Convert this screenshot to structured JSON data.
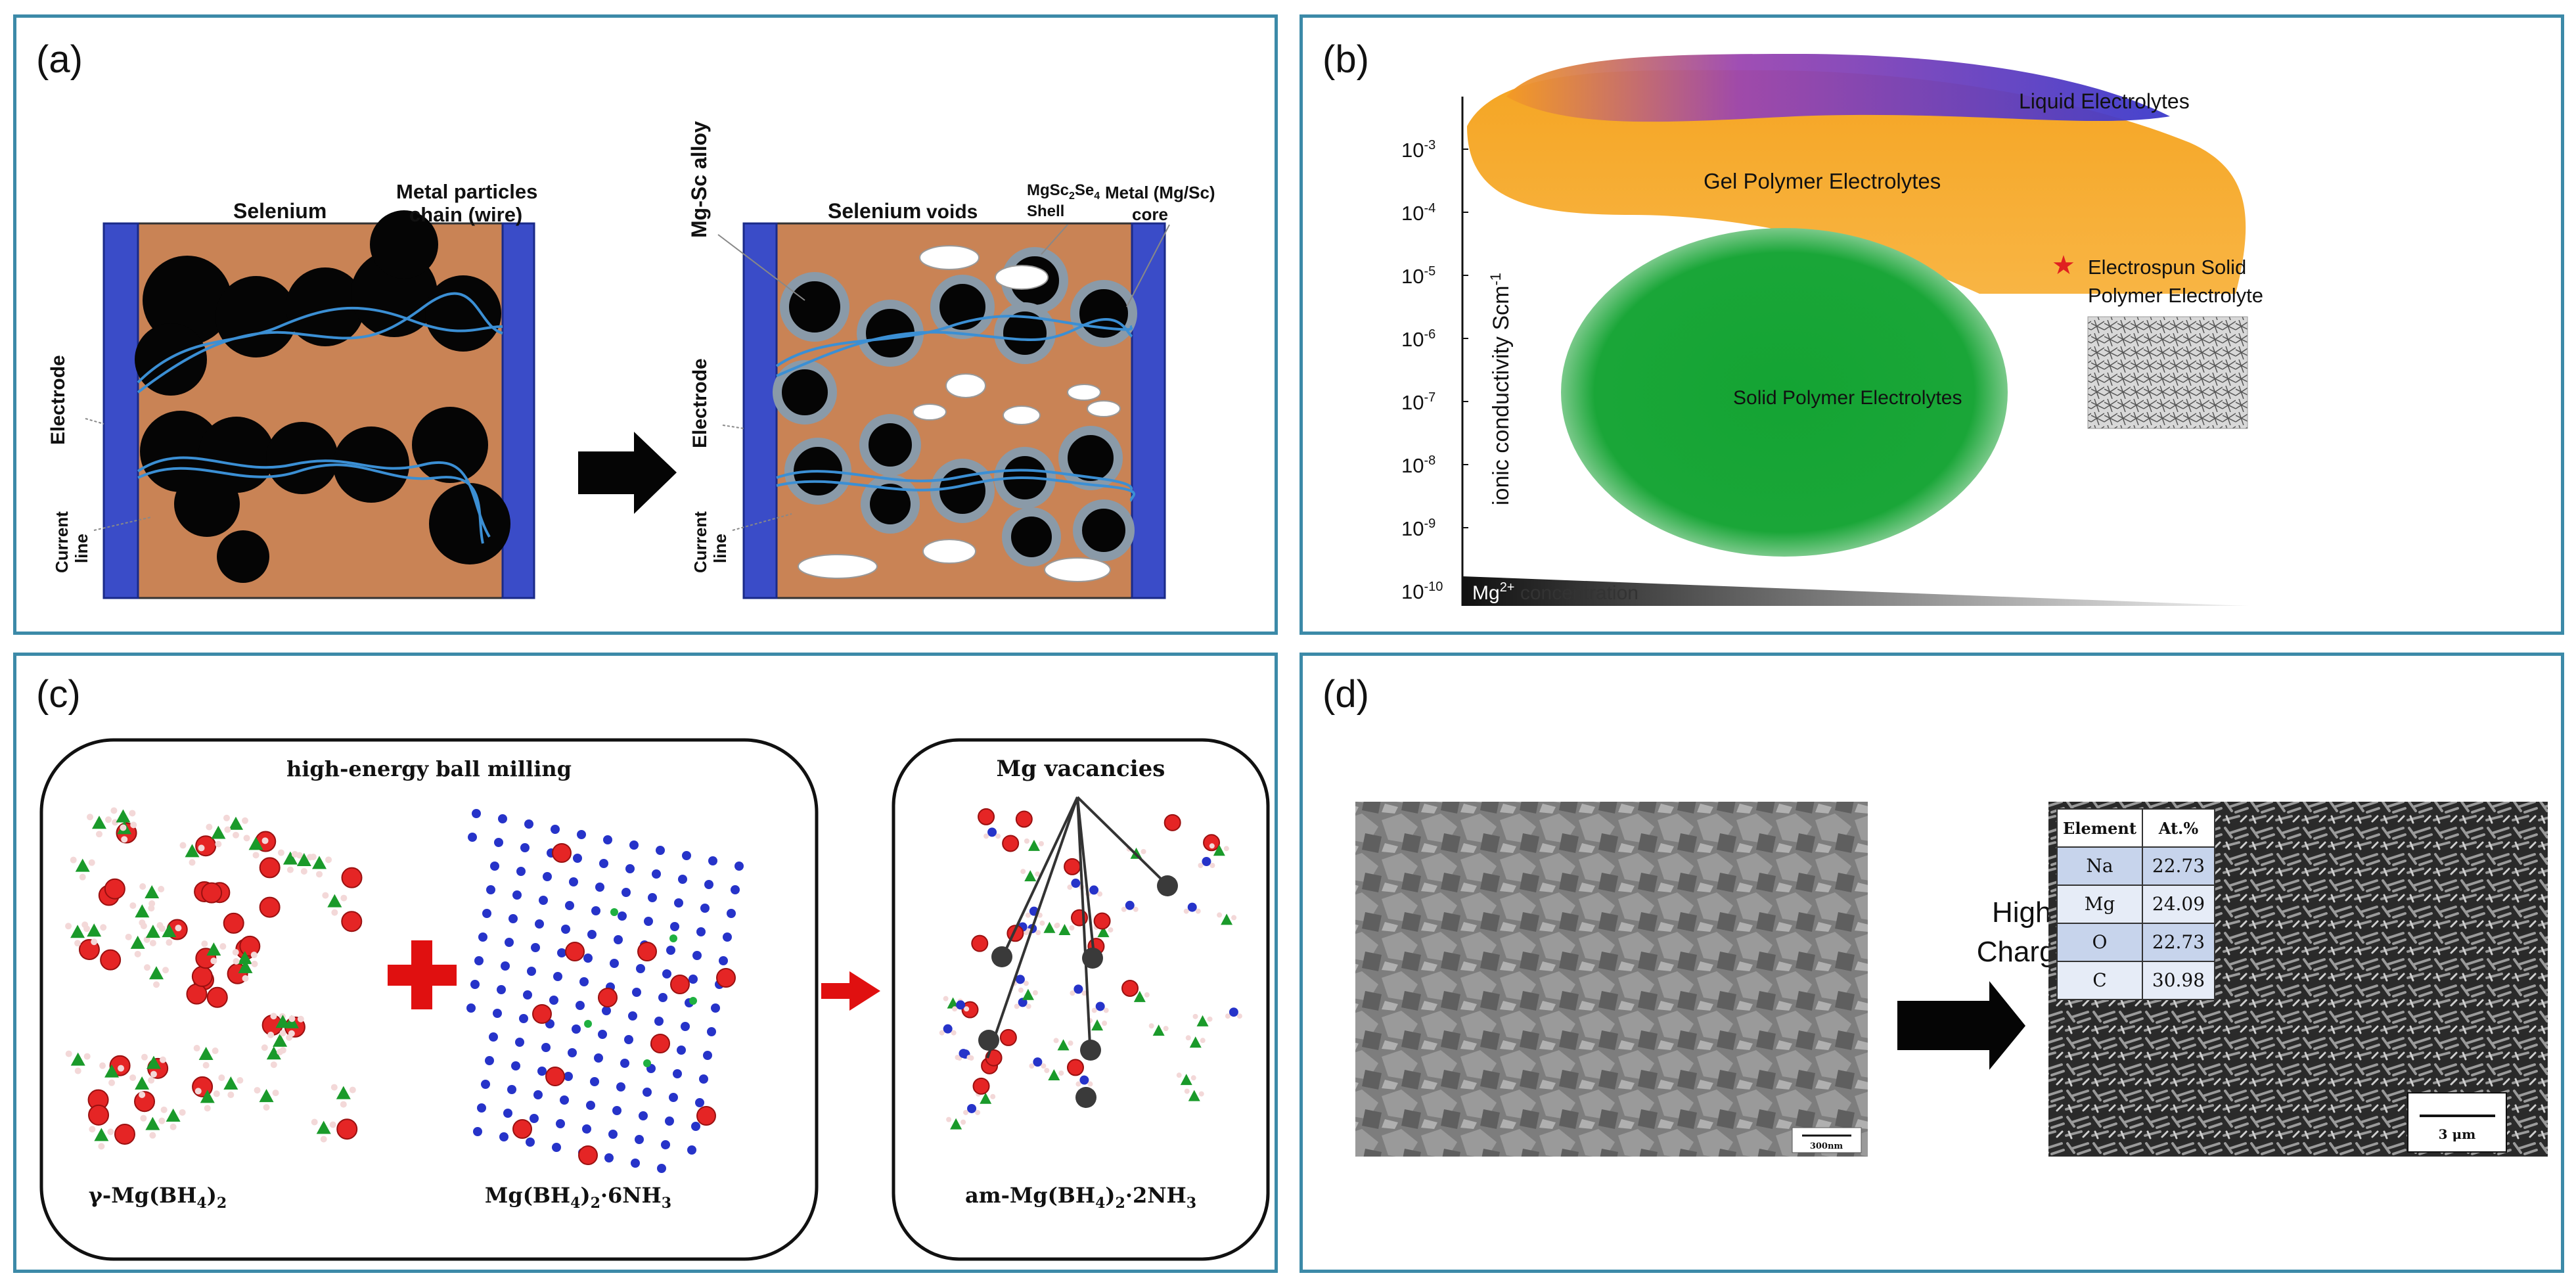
{
  "panels": {
    "a": {
      "label": "(a)",
      "selenium": "Selenium",
      "metal_chain_line1": "Metal particles",
      "metal_chain_line2": "chain (wire)",
      "electrode": "Electrode",
      "current_line1": "Current",
      "current_line2": "line",
      "mgsc_alloy": "Mg-Sc alloy",
      "voids": "voids",
      "shell_formula": "MgSc",
      "shell_sub1": "2",
      "shell_mid": "Se",
      "shell_sub2": "4",
      "shell_word": "Shell",
      "core_line1": "Metal (Mg/Sc)",
      "core_line2": "core"
    },
    "b": {
      "label": "(b)",
      "ylabel": "ionic conductivity Scm",
      "ylabel_sup": "-1",
      "yticks": [
        {
          "base": "10",
          "exp": "-3"
        },
        {
          "base": "10",
          "exp": "-4"
        },
        {
          "base": "10",
          "exp": "-5"
        },
        {
          "base": "10",
          "exp": "-6"
        },
        {
          "base": "10",
          "exp": "-7"
        },
        {
          "base": "10",
          "exp": "-8"
        },
        {
          "base": "10",
          "exp": "-9"
        },
        {
          "base": "10",
          "exp": "-10"
        }
      ],
      "liquid": "Liquid Electrolytes",
      "gel": "Gel Polymer Electrolytes",
      "solid": "Solid Polymer Electrolytes",
      "electrospun_line1": "Electrospun Solid",
      "electrospun_line2": "Polymer Electrolyte",
      "star": "★",
      "mg_conc_prefix": "Mg",
      "mg_conc_sup": "2+",
      "mg_conc_suffix": " concentration",
      "colors": {
        "liquid": "#4a3bc4",
        "gel": "#f7a21b",
        "solid": "#1fa83a",
        "star": "#e02020"
      }
    },
    "c": {
      "label": "(c)",
      "milling": "high-energy ball milling",
      "vacancies": "Mg vacancies",
      "gamma": "γ-Mg(BH",
      "gamma_sub": "4",
      "gamma_end": ")",
      "gamma_sub2": "2",
      "hexa": "Mg(BH",
      "hexa_sub": "4",
      "hexa_mid": ")",
      "hexa_sub2": "2",
      "hexa_end": "·6NH",
      "hexa_sub3": "3",
      "am": "am-Mg(BH",
      "am_sub": "4",
      "am_mid": ")",
      "am_sub2": "2",
      "am_end": "·2NH",
      "am_sub3": "3"
    },
    "d": {
      "label": "(d)",
      "arrow_line1": "High V",
      "arrow_line2": "Charging",
      "table_headers": [
        "Element",
        "At.%"
      ],
      "table_rows": [
        [
          "Na",
          "22.73"
        ],
        [
          "Mg",
          "24.09"
        ],
        [
          "O",
          "22.73"
        ],
        [
          "C",
          "30.98"
        ]
      ],
      "scale_left": "300nm",
      "scale_right": "3 μm"
    }
  }
}
